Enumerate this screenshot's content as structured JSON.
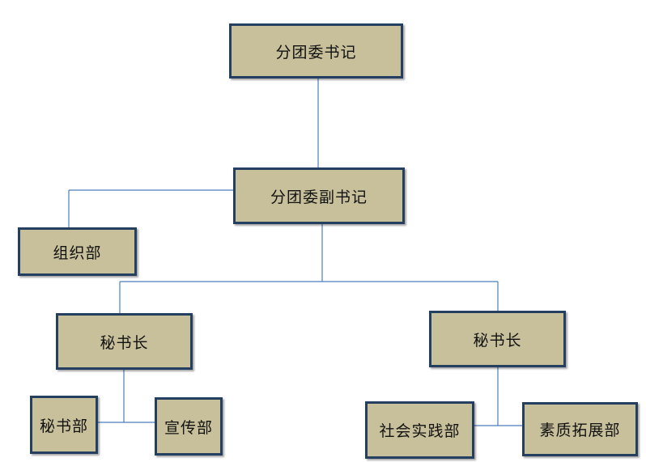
{
  "chart": {
    "root": "分团委书记",
    "deputy": "分团委副书记",
    "organization_dept": "组织部",
    "left_secretary_general": "秘书长",
    "right_secretary_general": "秘书长",
    "secretariat_dept": "秘书部",
    "publicity_dept": "宣传部",
    "social_practice_dept": "社会实践部",
    "quality_development_dept": "素质拓展部"
  },
  "colors": {
    "box_fill": "#c8c09a",
    "box_border": "#243f60",
    "connector": "#4a7ebb"
  }
}
